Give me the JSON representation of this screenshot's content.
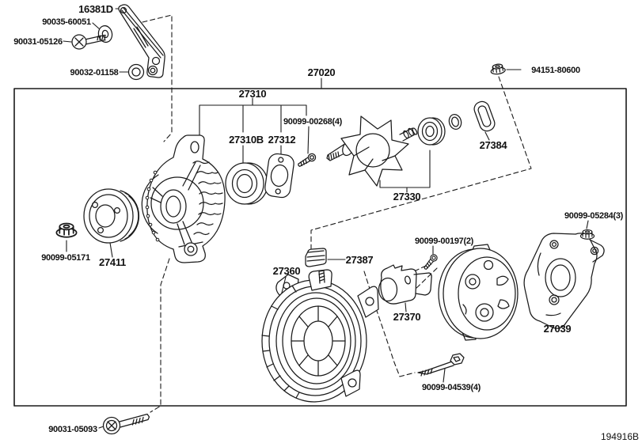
{
  "diagram": {
    "assembly_number": "27020",
    "code": "194916B"
  },
  "labels": {
    "bracket": "16381D",
    "bracket_collar_upper": "90035-60051",
    "bracket_bolt": "90031-05126",
    "bracket_collar_lower": "90032-01158",
    "terminal_nut": "94151-80600",
    "drive_end_frame": "27310",
    "front_bearing": "27310B",
    "bearing_retainer": "27312",
    "retainer_screw": "90099-00268(4)",
    "rotor": "27330",
    "bearing_cover": "27384",
    "pulley_nut": "90099-05171",
    "pulley": "27411",
    "stator": "27360",
    "terminal_insulator": "27387",
    "brush_holder_screw": "90099-00197(2)",
    "brush_holder": "27370",
    "end_cover": "27039",
    "end_cover_nut": "90099-05284(3)",
    "through_bolt": "90099-04539(4)",
    "mounting_bolt": "90031-05093"
  }
}
